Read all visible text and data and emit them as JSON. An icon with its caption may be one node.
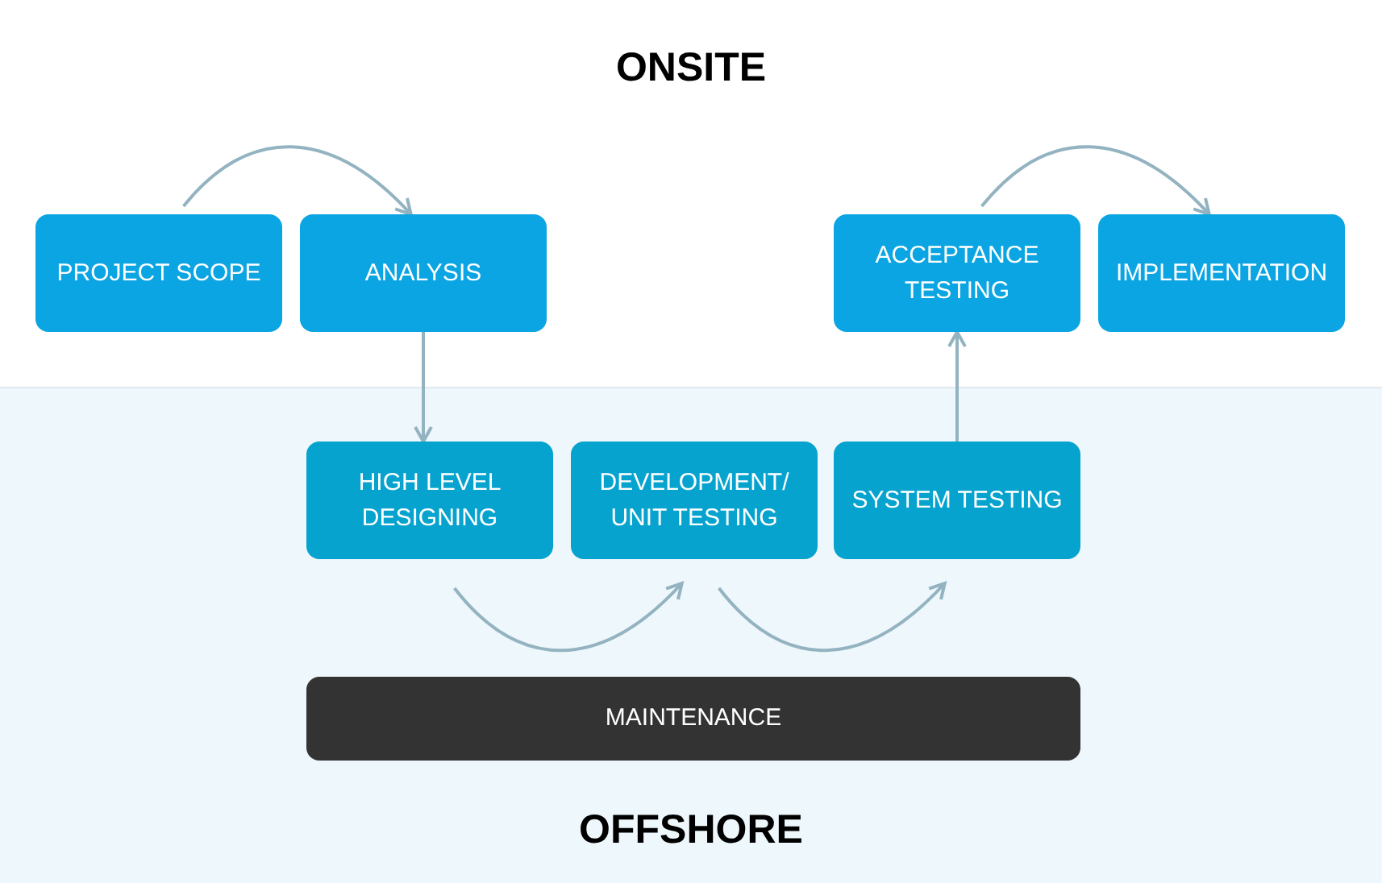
{
  "diagram": {
    "nodes": [
      {
        "text": [
          "PROJECT SCOPE"
        ]
      },
      {
        "text": [
          "ANALYSIS"
        ]
      },
      {
        "text": [
          "ACCEPTANCE TESTING"
        ]
      },
      {
        "text": [
          "IMPLEMENTATION"
        ]
      },
      {
        "text": [
          "HIGH LEVEL DESIGNING"
        ]
      },
      {
        "text": [
          "DEVELOPMENT/ UNIT TESTING"
        ]
      },
      {
        "text": [
          "SYSTEM TESTING"
        ]
      },
      {
        "text": [
          "MAINTENANCE"
        ]
      }
    ],
    "edges": [
      {
        "from": 0,
        "to": 1,
        "arrow": "to"
      },
      {
        "from": 1,
        "to": 4,
        "arrow": "to"
      },
      {
        "from": 4,
        "to": 5,
        "arrow": "to"
      },
      {
        "from": 5,
        "to": 6,
        "arrow": "to"
      },
      {
        "from": 6,
        "to": 2,
        "arrow": "to"
      },
      {
        "from": 2,
        "to": 3,
        "arrow": "to"
      }
    ],
    "labels": [
      "ONSITE",
      "OFFSHORE"
    ]
  }
}
